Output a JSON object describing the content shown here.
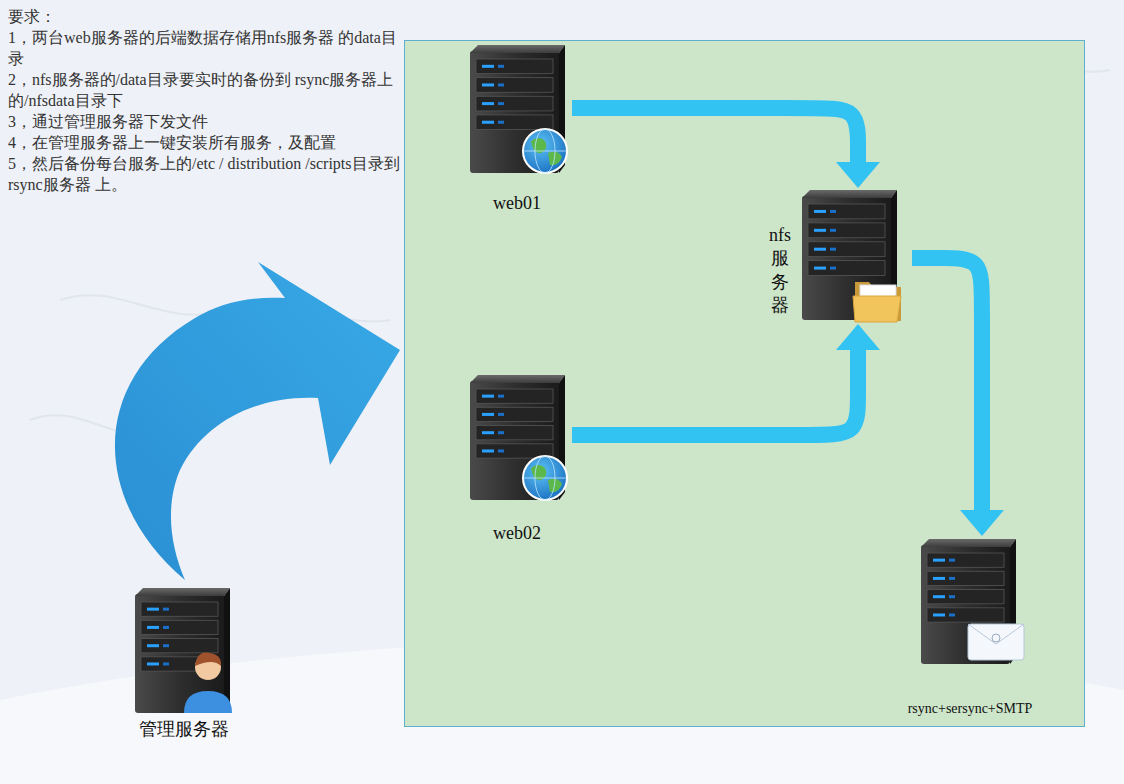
{
  "diagram": {
    "nodes": [
      {
        "text": [
          "web01"
        ]
      },
      {
        "text": [
          "web02"
        ]
      },
      {
        "text": [
          "nfs服务器"
        ]
      },
      {
        "text": [
          "rsync+sersync+SMTP"
        ]
      },
      {
        "text": [
          "管理服务器"
        ]
      }
    ],
    "edges": [
      {
        "from": 0,
        "to": 2,
        "arrow": "to"
      },
      {
        "from": 1,
        "to": 2,
        "arrow": "to"
      },
      {
        "from": 2,
        "to": 3,
        "arrow": "to"
      }
    ],
    "labels": [
      "要求：",
      "1，两台web服务器的后端数据存储用nfs服务器 的data目录",
      "2，nfs服务器的/data目录要实时的备份到 rsync服务器上的/nfsdata目录下",
      "3，通过管理服务器下发文件",
      "4，在管理服务器上一键安装所有服务，及配置",
      "5，然后备份每台服务上的/etc / distribution /scripts目录到rsync服务器 上。"
    ]
  }
}
